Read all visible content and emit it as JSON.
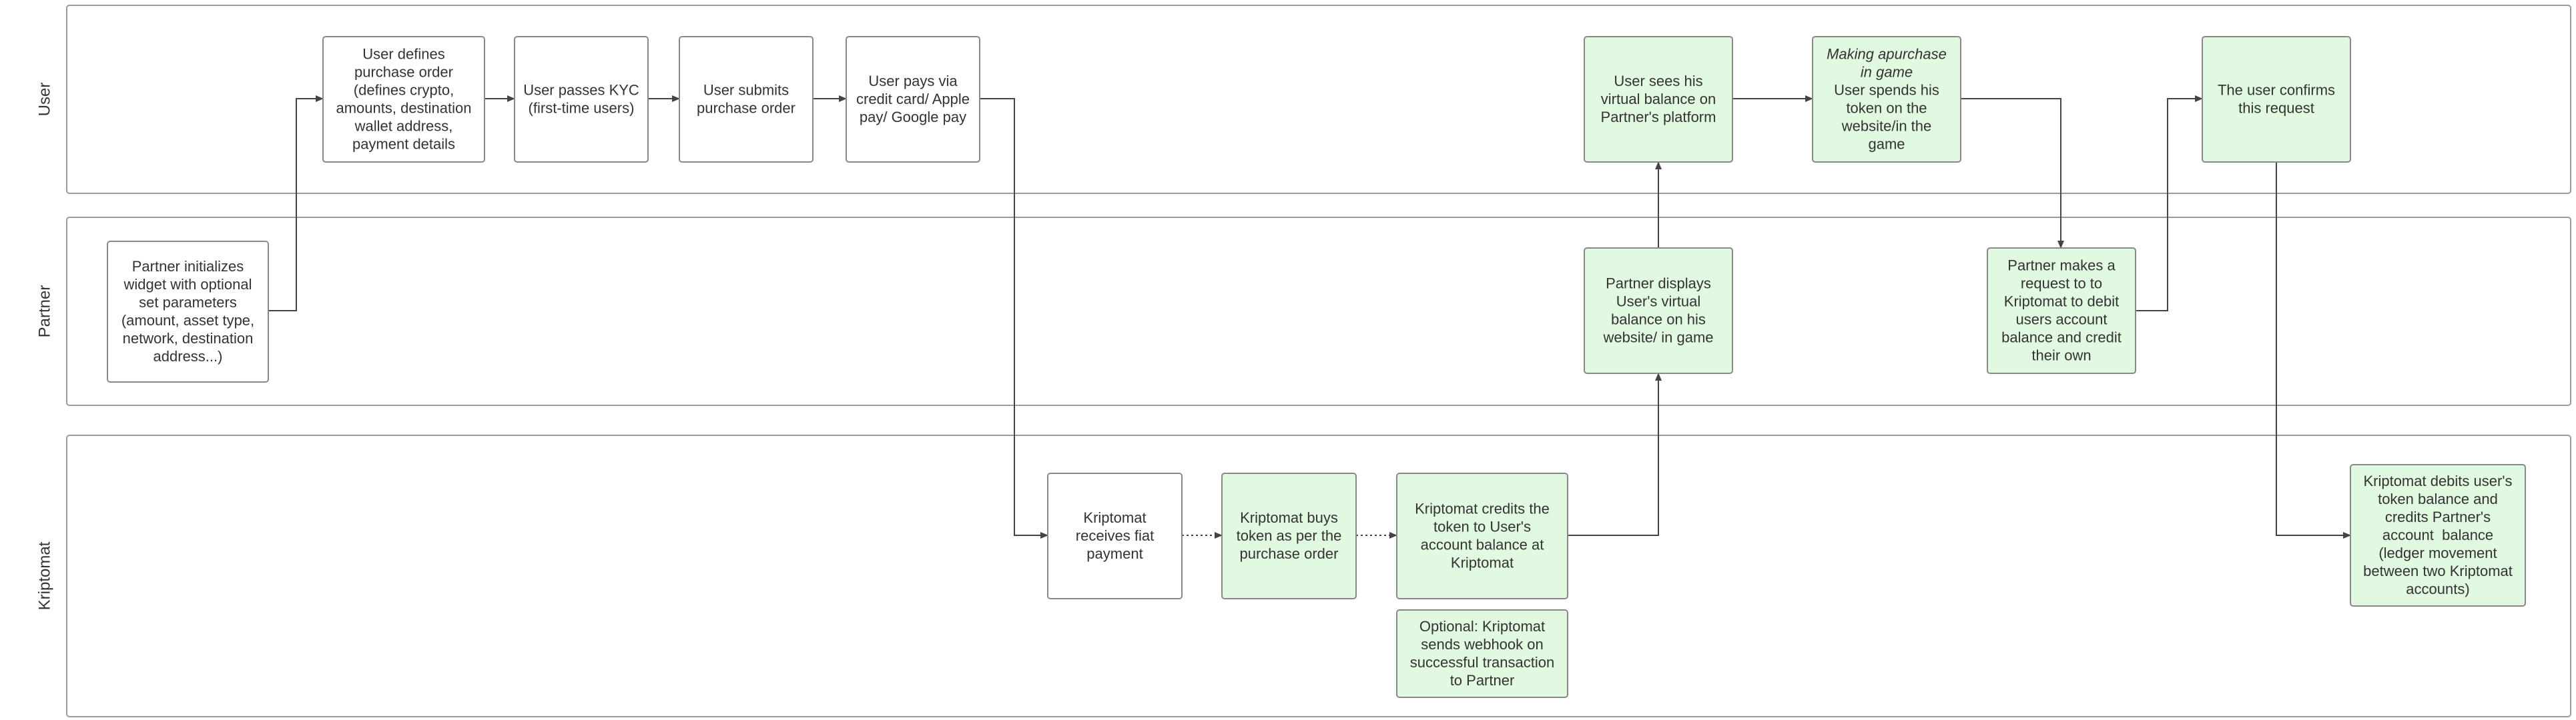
{
  "colors": {
    "lane_border": "#9a9a9a",
    "box_border": "#888888",
    "box_fill_white": "#ffffff",
    "box_fill_green": "#e1f8e1",
    "arrow": "#444444",
    "text": "#333333"
  },
  "lanes": [
    {
      "id": "lane-user",
      "label": "User"
    },
    {
      "id": "lane-partner",
      "label": "Partner"
    },
    {
      "id": "lane-kriptomat",
      "label": "Kriptomat"
    }
  ],
  "nodes": [
    {
      "id": "u1",
      "lines": [
        "User defines",
        "purchase order",
        "(defines crypto,",
        "amounts, destination",
        "wallet address,",
        "payment details"
      ],
      "style": "white"
    },
    {
      "id": "u2",
      "lines": [
        "User passes KYC",
        "(first-time users)"
      ],
      "style": "white"
    },
    {
      "id": "u3",
      "lines": [
        "User submits",
        "purchase order"
      ],
      "style": "white"
    },
    {
      "id": "u4",
      "lines": [
        "User pays via",
        "credit card/ Apple",
        "pay/ Google pay"
      ],
      "style": "white"
    },
    {
      "id": "u5",
      "lines": [
        "User sees his",
        "virtual balance on",
        "Partner's platform"
      ],
      "style": "green"
    },
    {
      "id": "u6",
      "lines": [
        "Making apurchase",
        "in game",
        "User spends his",
        "token on the",
        "website/in the",
        "game"
      ],
      "italic_lines": [
        0,
        1
      ],
      "style": "green"
    },
    {
      "id": "u7",
      "lines": [
        "The user confirms",
        "this request"
      ],
      "style": "green"
    },
    {
      "id": "p1",
      "lines": [
        "Partner initializes",
        "widget with optional",
        "set parameters",
        "(amount, asset type,",
        "network, destination",
        "address...)"
      ],
      "style": "white"
    },
    {
      "id": "p2",
      "lines": [
        "Partner displays",
        "User's virtual",
        "balance on his",
        "website/ in game"
      ],
      "style": "green"
    },
    {
      "id": "p3",
      "lines": [
        "Partner makes a",
        "request to to",
        "Kriptomat to debit",
        "users account",
        "balance and credit",
        "their own"
      ],
      "style": "green"
    },
    {
      "id": "k1",
      "lines": [
        "Kriptomat",
        "receives fiat",
        "payment"
      ],
      "style": "white"
    },
    {
      "id": "k2",
      "lines": [
        "Kriptomat buys",
        "token as per the",
        "purchase order"
      ],
      "style": "green"
    },
    {
      "id": "k3",
      "lines": [
        "Kriptomat credits the",
        "token to User's",
        "account balance at",
        "Kriptomat"
      ],
      "style": "green"
    },
    {
      "id": "k4",
      "lines": [
        "Optional: Kriptomat",
        "sends webhook on",
        "successful transaction",
        "to Partner"
      ],
      "style": "green"
    },
    {
      "id": "k5",
      "lines": [
        "Kriptomat debits user's",
        "token balance and",
        "credits Partner's",
        "account  balance",
        "(ledger movement",
        "between two Kriptomat",
        "accounts)"
      ],
      "style": "green"
    }
  ],
  "edges": [
    {
      "from": "p1",
      "to": "u1",
      "style": "solid"
    },
    {
      "from": "u1",
      "to": "u2",
      "style": "solid"
    },
    {
      "from": "u2",
      "to": "u3",
      "style": "solid"
    },
    {
      "from": "u3",
      "to": "u4",
      "style": "solid"
    },
    {
      "from": "u4",
      "to": "k1",
      "style": "solid"
    },
    {
      "from": "k1",
      "to": "k2",
      "style": "dotted"
    },
    {
      "from": "k2",
      "to": "k3",
      "style": "dotted"
    },
    {
      "from": "k3",
      "to": "p2",
      "style": "solid"
    },
    {
      "from": "p2",
      "to": "u5",
      "style": "solid"
    },
    {
      "from": "u5",
      "to": "u6",
      "style": "solid"
    },
    {
      "from": "u6",
      "to": "p3",
      "style": "solid"
    },
    {
      "from": "p3",
      "to": "u7",
      "style": "solid"
    },
    {
      "from": "u7",
      "to": "k5",
      "style": "solid"
    }
  ]
}
